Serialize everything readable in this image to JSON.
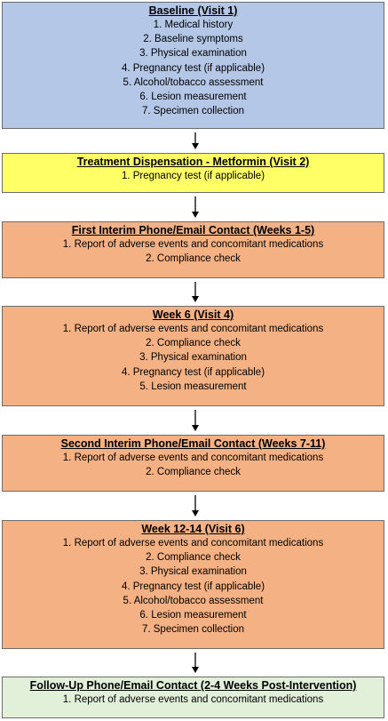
{
  "steps": [
    {
      "id": "baseline",
      "title": "Baseline (Visit 1)",
      "fill": "#b4c7e7",
      "items": [
        "1. Medical history",
        "2. Baseline symptoms",
        "3. Physical examination",
        "4. Pregnancy test (if applicable)",
        "5. Alcohol/tobacco assessment",
        "6. Lesion measurement",
        "7. Specimen collection"
      ]
    },
    {
      "id": "treatment",
      "title": "Treatment Dispensation - Metformin (Visit 2)",
      "fill": "#ffff66",
      "items": [
        "1. Pregnancy test (if applicable)"
      ]
    },
    {
      "id": "first-interim",
      "title": "First Interim Phone/Email Contact (Weeks 1-5)",
      "fill": "#f4b183",
      "items": [
        "1. Report of adverse events and concomitant medications",
        "2. Compliance check"
      ]
    },
    {
      "id": "week6",
      "title": "Week 6 (Visit 4)",
      "fill": "#f4b183",
      "items": [
        "1. Report of adverse events and concomitant medications",
        "2. Compliance check",
        "3. Physical examination",
        "4. Pregnancy test (if applicable)",
        "5. Lesion measurement"
      ]
    },
    {
      "id": "second-interim",
      "title": "Second Interim Phone/Email Contact (Weeks 7-11)",
      "fill": "#f4b183",
      "items": [
        "1. Report of adverse events and concomitant medications",
        "2. Compliance check"
      ]
    },
    {
      "id": "week12",
      "title": "Week 12-14 (Visit 6)",
      "fill": "#f4b183",
      "items": [
        "1. Report of adverse events and concomitant medications",
        "2. Compliance check",
        "3. Physical examination",
        "4. Pregnancy test (if applicable)",
        "5. Alcohol/tobacco assessment",
        "6. Lesion measurement",
        "7. Specimen collection"
      ]
    },
    {
      "id": "follow-up",
      "title": "Follow-Up Phone/Email Contact (2-4 Weeks Post-Intervention)",
      "fill": "#e2f0d9",
      "items": [
        "1. Report of adverse events and concomitant medications"
      ]
    }
  ]
}
